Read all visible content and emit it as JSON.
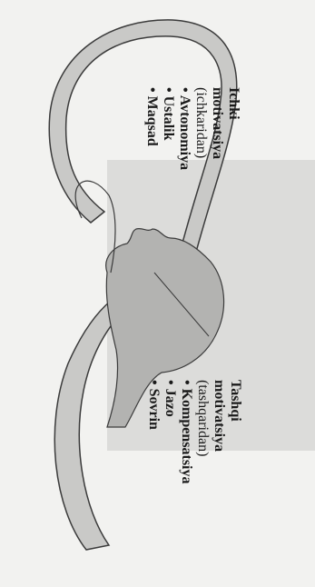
{
  "intrinsic": {
    "title": "Ichki",
    "subtitle": "motivatsiya",
    "source": "(ichkaridan)",
    "items": [
      "• Avtonomiya",
      "• Ustalik",
      "• Maqsad"
    ]
  },
  "extrinsic": {
    "title": "Tashqi",
    "subtitle": "motivatsiya",
    "source": "(tashqaridan)",
    "items": [
      "• Kompensatsiya",
      "• Jazo",
      "• Sovrin"
    ]
  },
  "colors": {
    "background": "#f2f2f0",
    "arrow_fill": "#c9c9c7",
    "arrow_stroke": "#3b3b3b",
    "head_fill": "#b3b3b1",
    "text": "#1a1a1a"
  }
}
